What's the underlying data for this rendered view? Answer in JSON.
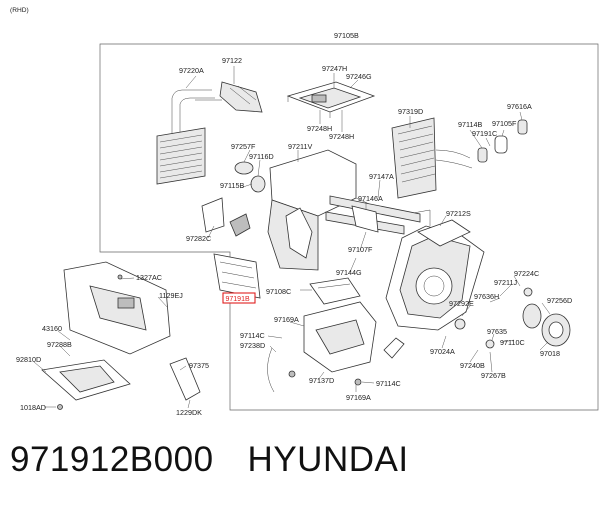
{
  "variant": "(RHD)",
  "assembly_label": "97105B",
  "highlighted_part": "97191B",
  "footer": {
    "part_number": "971912B000",
    "brand": "HYUNDAI"
  },
  "labels": {
    "l97122": "97122",
    "l97220A": "97220A",
    "l97247H": "97247H",
    "l97246G": "97246G",
    "l97248H": "97248H",
    "l97248H2": "97248H",
    "l97319D": "97319D",
    "l97616A": "97616A",
    "l97114B": "97114B",
    "l97105F": "97105F",
    "l97191C": "97191C",
    "l97257F": "97257F",
    "l97211V": "97211V",
    "l97116D": "97116D",
    "l97115B": "97115B",
    "l97147A": "97147A",
    "l97146A": "97146A",
    "l97212S": "97212S",
    "l97282C": "97282C",
    "l97107F": "97107F",
    "l97144G": "97144G",
    "l97108C": "97108C",
    "l97224C": "97224C",
    "l97211J": "97211J",
    "l97636H": "97636H",
    "l97292E": "97292E",
    "l97256D": "97256D",
    "l1327AC": "1327AC",
    "l1129EJ": "1129EJ",
    "l43160": "43160",
    "l97288B": "97288B",
    "l92810D": "92810D",
    "l1018AD": "1018AD",
    "l97169A": "97169A",
    "l97114C": "97114C",
    "l97238D": "97238D",
    "l97375": "97375",
    "l1229DK": "1229DK",
    "l97137D": "97137D",
    "l97114C2": "97114C",
    "l97169A2": "97169A",
    "l97024A": "97024A",
    "l97635": "97635",
    "l97110C": "97110C",
    "l97018": "97018",
    "l97240B": "97240B",
    "l97267B": "97267B"
  }
}
